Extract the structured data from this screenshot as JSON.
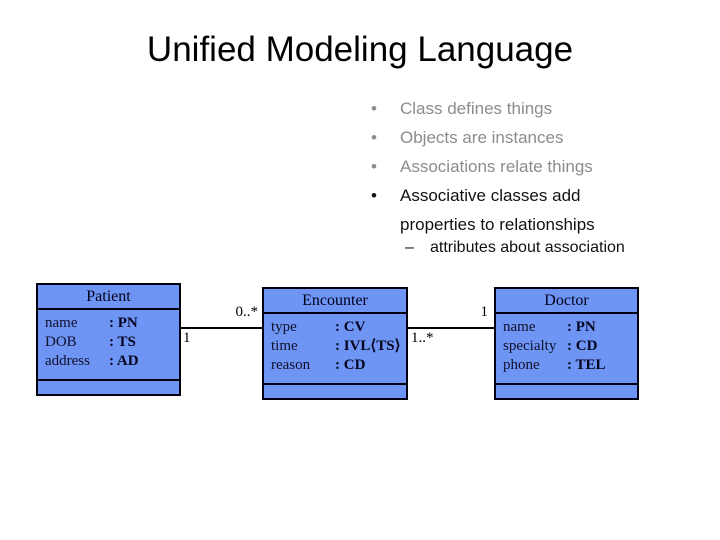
{
  "slide": {
    "title": "Unified Modeling Language",
    "bullets": [
      {
        "label": "Class defines things"
      },
      {
        "label": "Objects are instances"
      },
      {
        "label": "Associations relate things"
      },
      {
        "label": "Associative classes add\nproperties to relationships"
      }
    ],
    "sub_bullet": {
      "dash": "–",
      "label": "attributes about association"
    },
    "bullet_glyph": "•"
  },
  "diagram": {
    "classes": [
      {
        "name": "Patient",
        "attributes": [
          {
            "name": "name",
            "type": ": PN"
          },
          {
            "name": "DOB",
            "type": ": TS"
          },
          {
            "name": "address",
            "type": ": AD"
          }
        ]
      },
      {
        "name": "Encounter",
        "attributes": [
          {
            "name": "type",
            "type": ": CV"
          },
          {
            "name": "time",
            "type": ": IVL⟨TS⟩"
          },
          {
            "name": "reason",
            "type": ": CD"
          }
        ]
      },
      {
        "name": "Doctor",
        "attributes": [
          {
            "name": "name",
            "type": ": PN"
          },
          {
            "name": "specialty",
            "type": ": CD"
          },
          {
            "name": "phone",
            "type": ": TEL"
          }
        ]
      }
    ],
    "associations": [
      {
        "from": "Patient",
        "to": "Encounter",
        "multiplicity_near_patient": "1",
        "multiplicity_near_encounter": "0..*"
      },
      {
        "from": "Encounter",
        "to": "Doctor",
        "multiplicity_near_encounter": "1..*",
        "multiplicity_near_doctor": "1"
      }
    ],
    "colors": {
      "class_fill": "#6e94f4",
      "class_border": "#00000f",
      "muted_bullet_gray": "#8c8c8c",
      "background": "#ffffff"
    }
  }
}
